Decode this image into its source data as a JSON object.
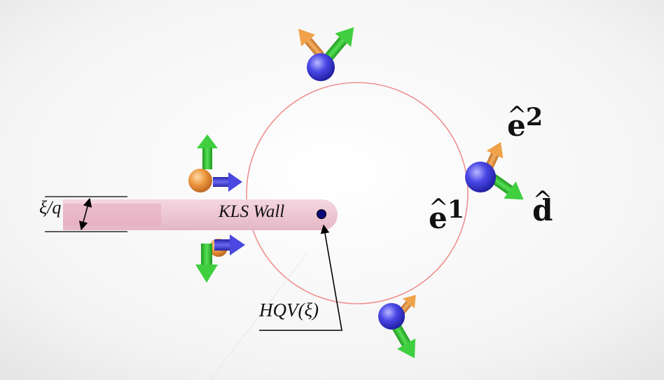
{
  "labels": {
    "wall": "KLS Wall",
    "hqv": "HQV(ξ)",
    "thickness": "ξ/q",
    "e1": {
      "base": "e",
      "hat": "^",
      "sup": "1"
    },
    "e2": {
      "base": "e",
      "hat": "^",
      "sup": "2"
    },
    "d": {
      "base": "d",
      "hat": "^"
    }
  },
  "colors": {
    "background": "#ffffff",
    "wall_fill": "#efc9d6",
    "wall_highlight": "#e8a6bd",
    "circle": "#f08f8f",
    "arrow_orange": "#f0a24a",
    "arrow_green": "#3fcf3f",
    "arrow_blue": "#4a48e0",
    "sphere_blue": "#3a3ad8",
    "sphere_orange": "#e8923c",
    "vortex_core": "#0a0a7a",
    "lines": "#000000"
  }
}
